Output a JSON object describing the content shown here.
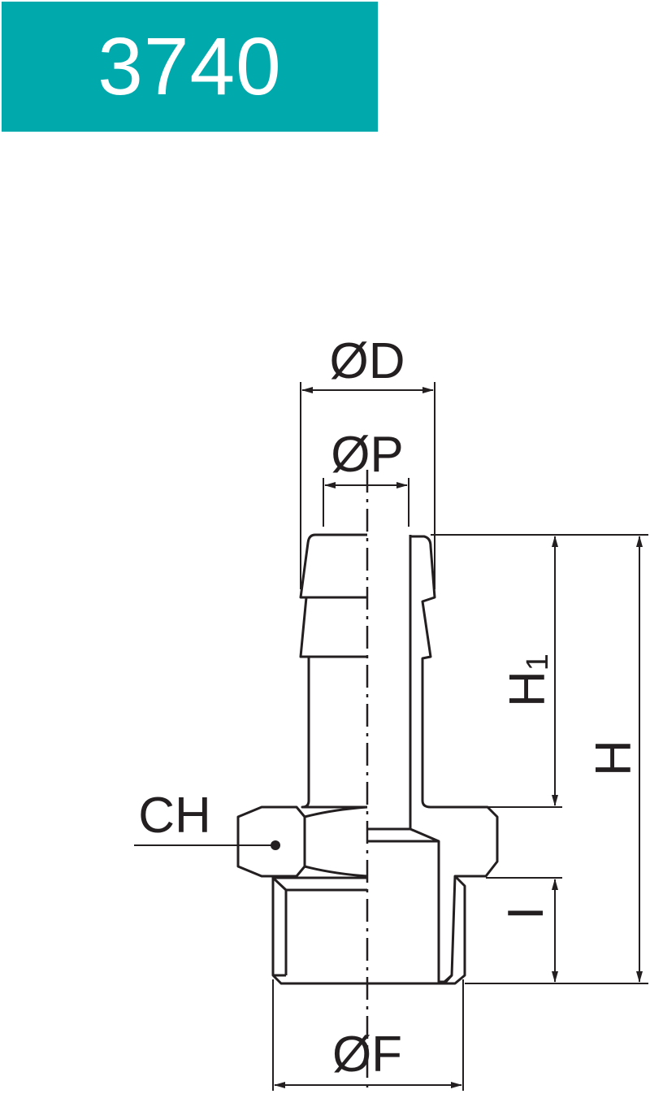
{
  "header": {
    "code": "3740",
    "color": "#00a9ac"
  },
  "drawing": {
    "labels": {
      "outer_diameter": "ØD",
      "bore_diameter": "ØP",
      "thread_diameter": "ØF",
      "hex_size": "CH",
      "height": "H",
      "barb_height_main": "H",
      "barb_height_sub": "1",
      "thread_length": "I"
    }
  }
}
